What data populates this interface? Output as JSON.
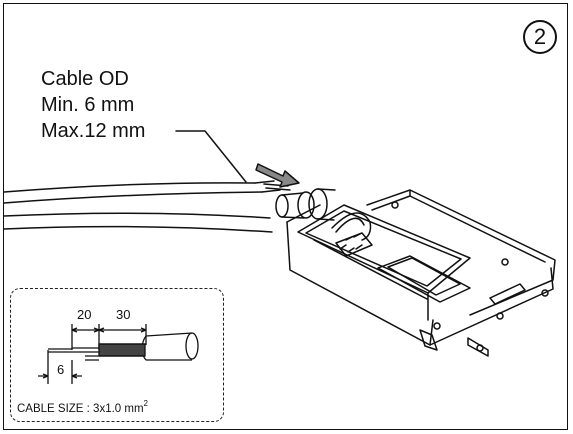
{
  "step": {
    "number": "2"
  },
  "cable_od": {
    "title": "Cable OD",
    "min": "Min. 6 mm",
    "max": "Max.12 mm"
  },
  "inset": {
    "dim_outer_jacket": "20",
    "dim_shield": "30",
    "dim_strip": "6",
    "cable_size_label": "CABLE SIZE : 3x1.0 mm",
    "cable_size_superscript": "2"
  }
}
